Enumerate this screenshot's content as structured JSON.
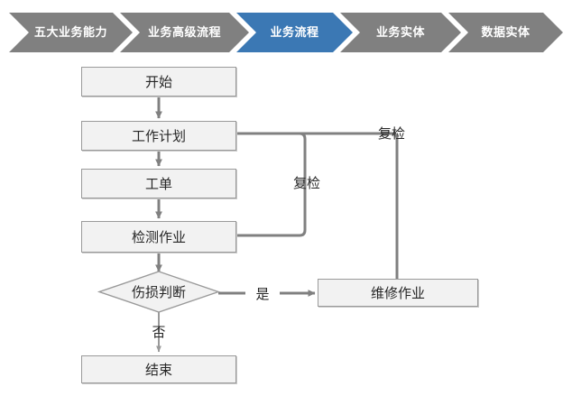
{
  "ribbon": {
    "active_color": "#3b78b4",
    "inactive_color": "#808080",
    "text_color": "#ffffff",
    "items": [
      {
        "label": "五大业务能力",
        "active": false
      },
      {
        "label": "业务高级流程",
        "active": false
      },
      {
        "label": "业务流程",
        "active": true
      },
      {
        "label": "业务实体",
        "active": false
      },
      {
        "label": "数据实体",
        "active": false
      }
    ]
  },
  "flowchart": {
    "type": "flowchart",
    "node_fill": "#f2f2f2",
    "node_border": "#9a9a9a",
    "connector_color": "#808080",
    "text_color": "#262626",
    "nodes": [
      {
        "id": "start",
        "label": "开始",
        "shape": "rect"
      },
      {
        "id": "work_plan",
        "label": "工作计划",
        "shape": "rect"
      },
      {
        "id": "work_order",
        "label": "工单",
        "shape": "rect"
      },
      {
        "id": "inspection",
        "label": "检测作业",
        "shape": "rect"
      },
      {
        "id": "decision",
        "label": "伤损判断",
        "shape": "diamond"
      },
      {
        "id": "repair",
        "label": "维修作业",
        "shape": "rect"
      },
      {
        "id": "end",
        "label": "结束",
        "shape": "rect"
      }
    ],
    "edge_labels": {
      "yes": "是",
      "no": "否",
      "recheck_inner": "复检",
      "recheck_outer": "复检"
    },
    "edges": [
      {
        "from": "start",
        "to": "work_plan",
        "label": ""
      },
      {
        "from": "work_plan",
        "to": "work_order",
        "label": ""
      },
      {
        "from": "work_order",
        "to": "inspection",
        "label": ""
      },
      {
        "from": "inspection",
        "to": "decision",
        "label": ""
      },
      {
        "from": "decision",
        "to": "repair",
        "label": "是"
      },
      {
        "from": "decision",
        "to": "end",
        "label": "否"
      },
      {
        "from": "inspection",
        "to": "work_plan",
        "label": "复检"
      },
      {
        "from": "repair",
        "to": "work_plan",
        "label": "复检"
      }
    ]
  }
}
